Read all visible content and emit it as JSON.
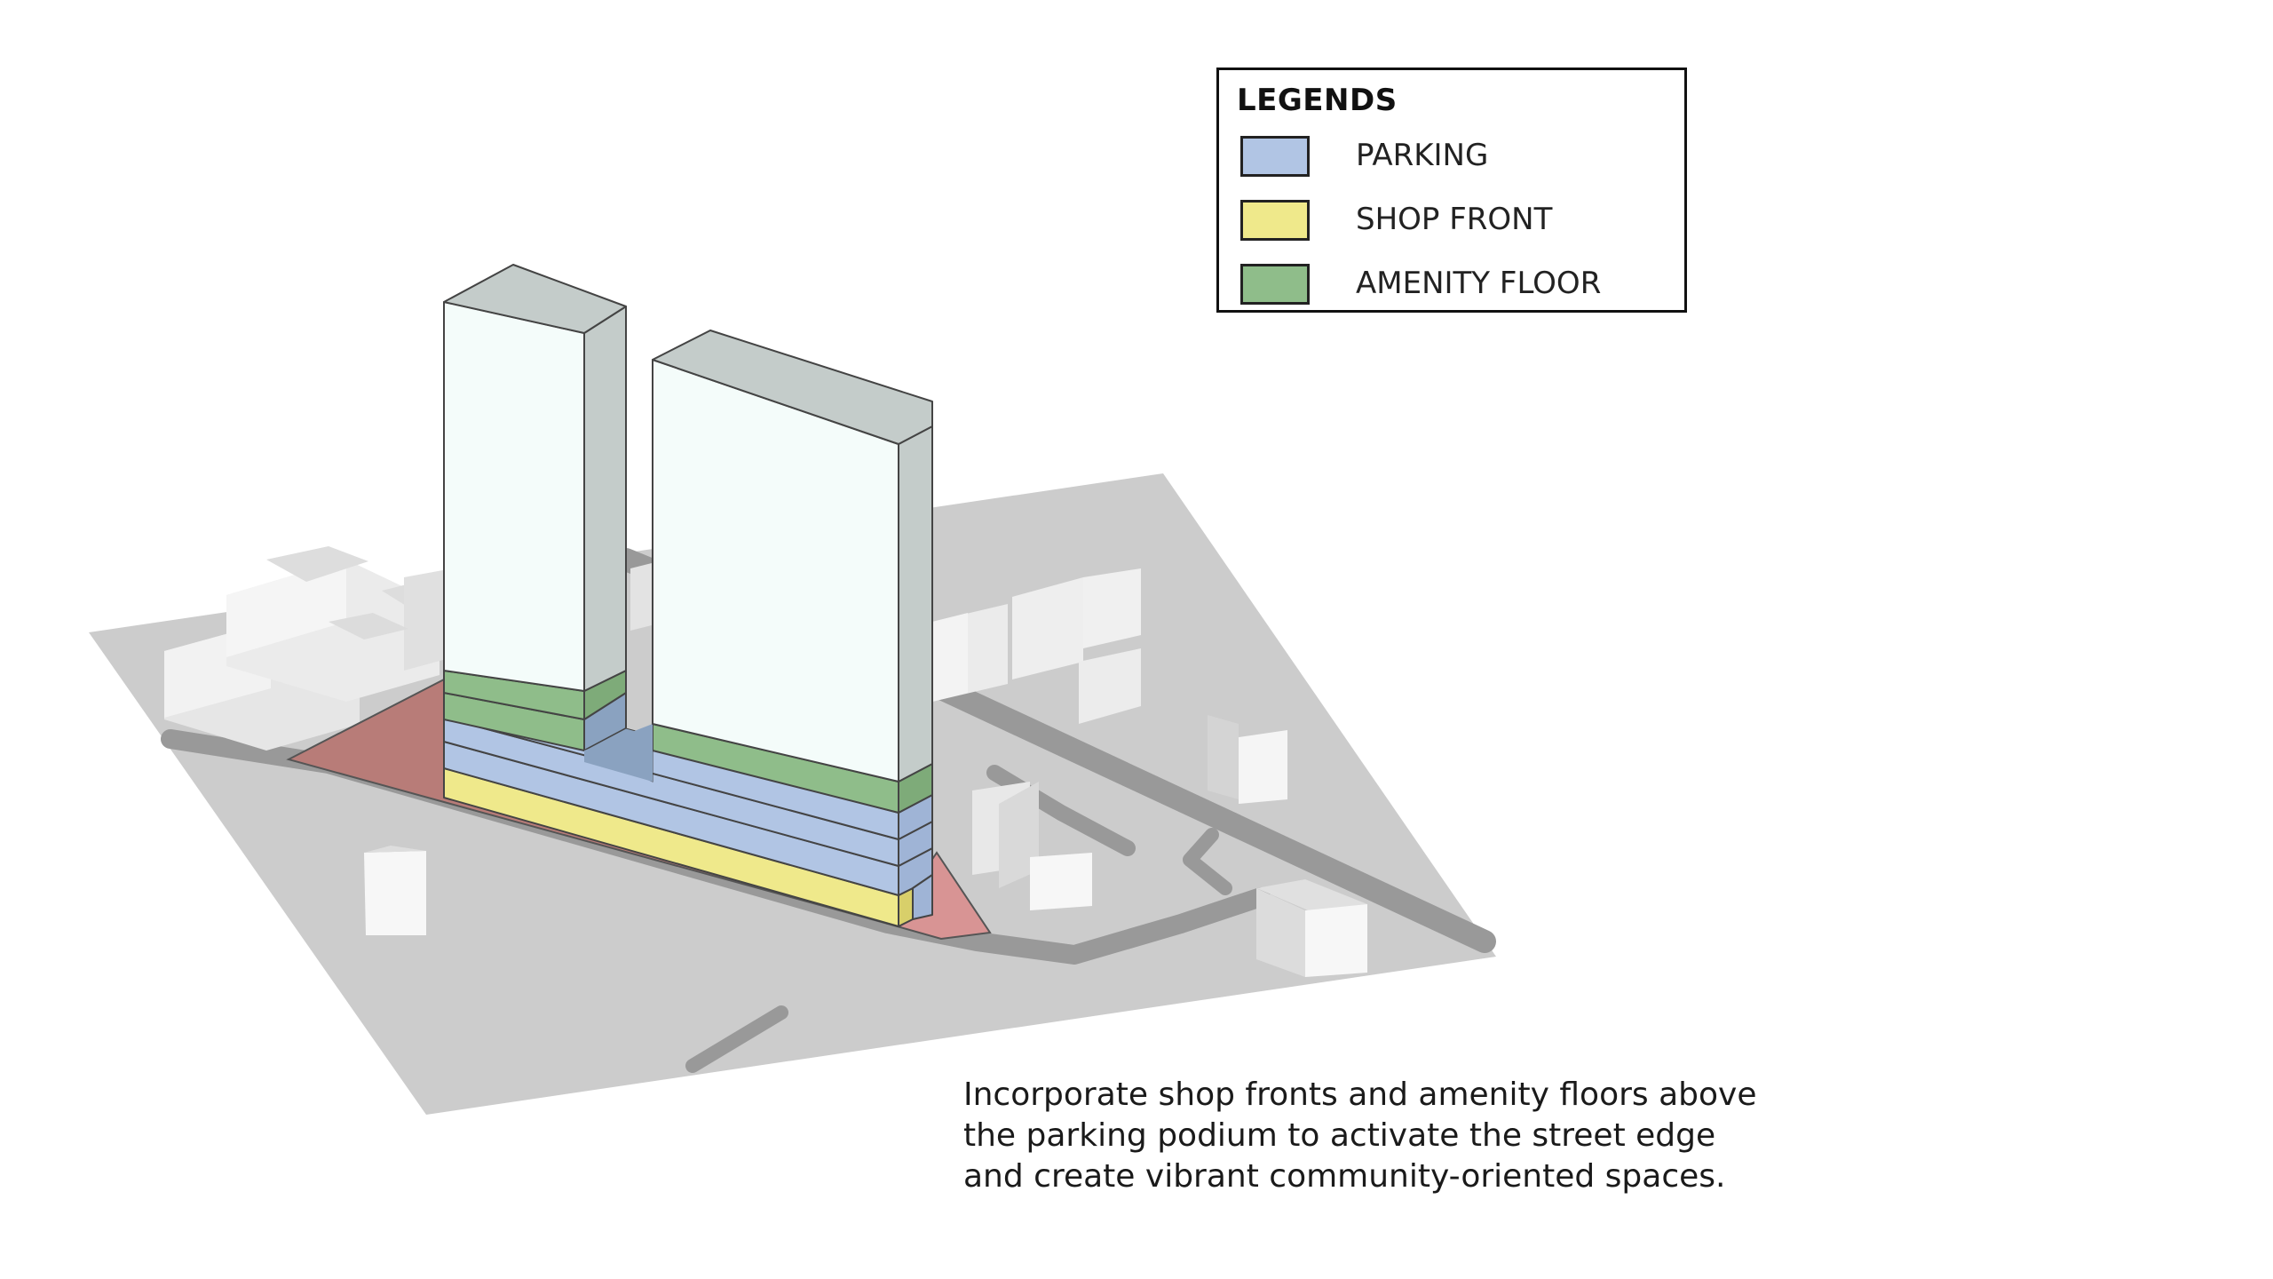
{
  "legend": {
    "title": "LEGENDS",
    "items": [
      {
        "label": "PARKING",
        "color": "#b1c5e4"
      },
      {
        "label": "SHOP FRONT",
        "color": "#efe98b"
      },
      {
        "label": "AMENITY FLOOR",
        "color": "#8fbd8a"
      }
    ]
  },
  "caption": "Incorporate shop fronts and amenity floors above the parking podium to activate the street edge and create vibrant community-oriented spaces.",
  "colors": {
    "ground": "#cccccc",
    "road": "#999999",
    "site": "#b87c78",
    "tower_front": "#f4fcfa",
    "tower_side": "#c4ccca",
    "context_building": "#efefef"
  }
}
